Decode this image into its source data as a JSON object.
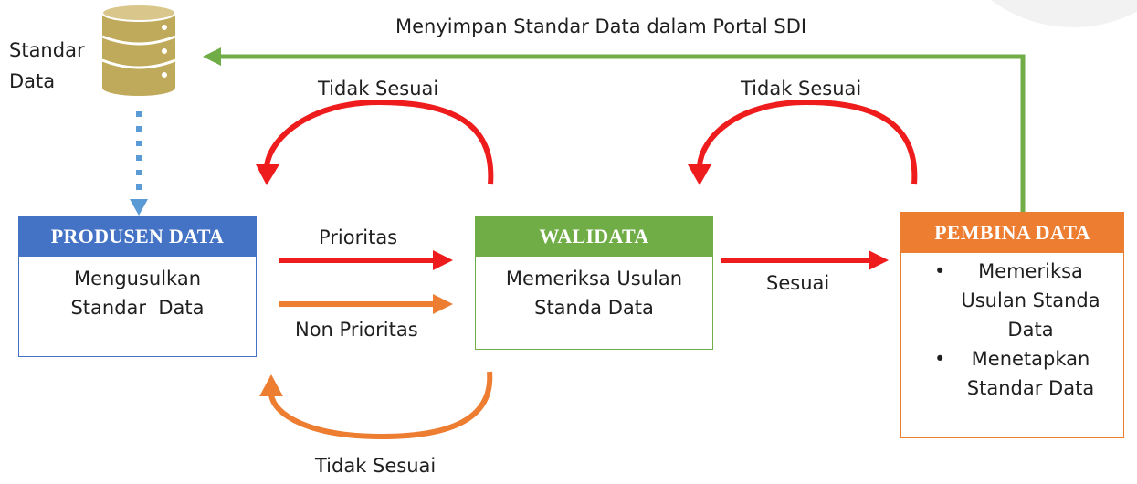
{
  "database": {
    "label": "Standar Data",
    "line1": "Standar",
    "line2": "Data"
  },
  "top_flow_label": "Menyimpan Standar Data dalam Portal SDI",
  "loops": {
    "left_top": "Tidak Sesuai",
    "right_top": "Tidak Sesuai",
    "bottom": "Tidak Sesuai"
  },
  "arrows": {
    "prioritas": "Prioritas",
    "non_prioritas": "Non Prioritas",
    "sesuai": "Sesuai"
  },
  "boxes": {
    "produsen": {
      "title": "PRODUSEN DATA",
      "line1": "Mengusulkan",
      "line2": "Standar  Data"
    },
    "walidata": {
      "title": "WALIDATA",
      "line1": "Memeriksa Usulan",
      "line2": "Standa Data"
    },
    "pembina": {
      "title": "PEMBINA DATA",
      "item1": [
        "Memeriksa",
        "Usulan Standa",
        "Data"
      ],
      "item2": [
        "Menetapkan",
        "Standar Data"
      ]
    }
  },
  "colors": {
    "blue": "#4472c4",
    "green": "#70ad47",
    "orange": "#ed7d31",
    "red": "#ee1c1c",
    "db_gold": "#bfa95a",
    "dotted_blue": "#5b9bd5"
  }
}
